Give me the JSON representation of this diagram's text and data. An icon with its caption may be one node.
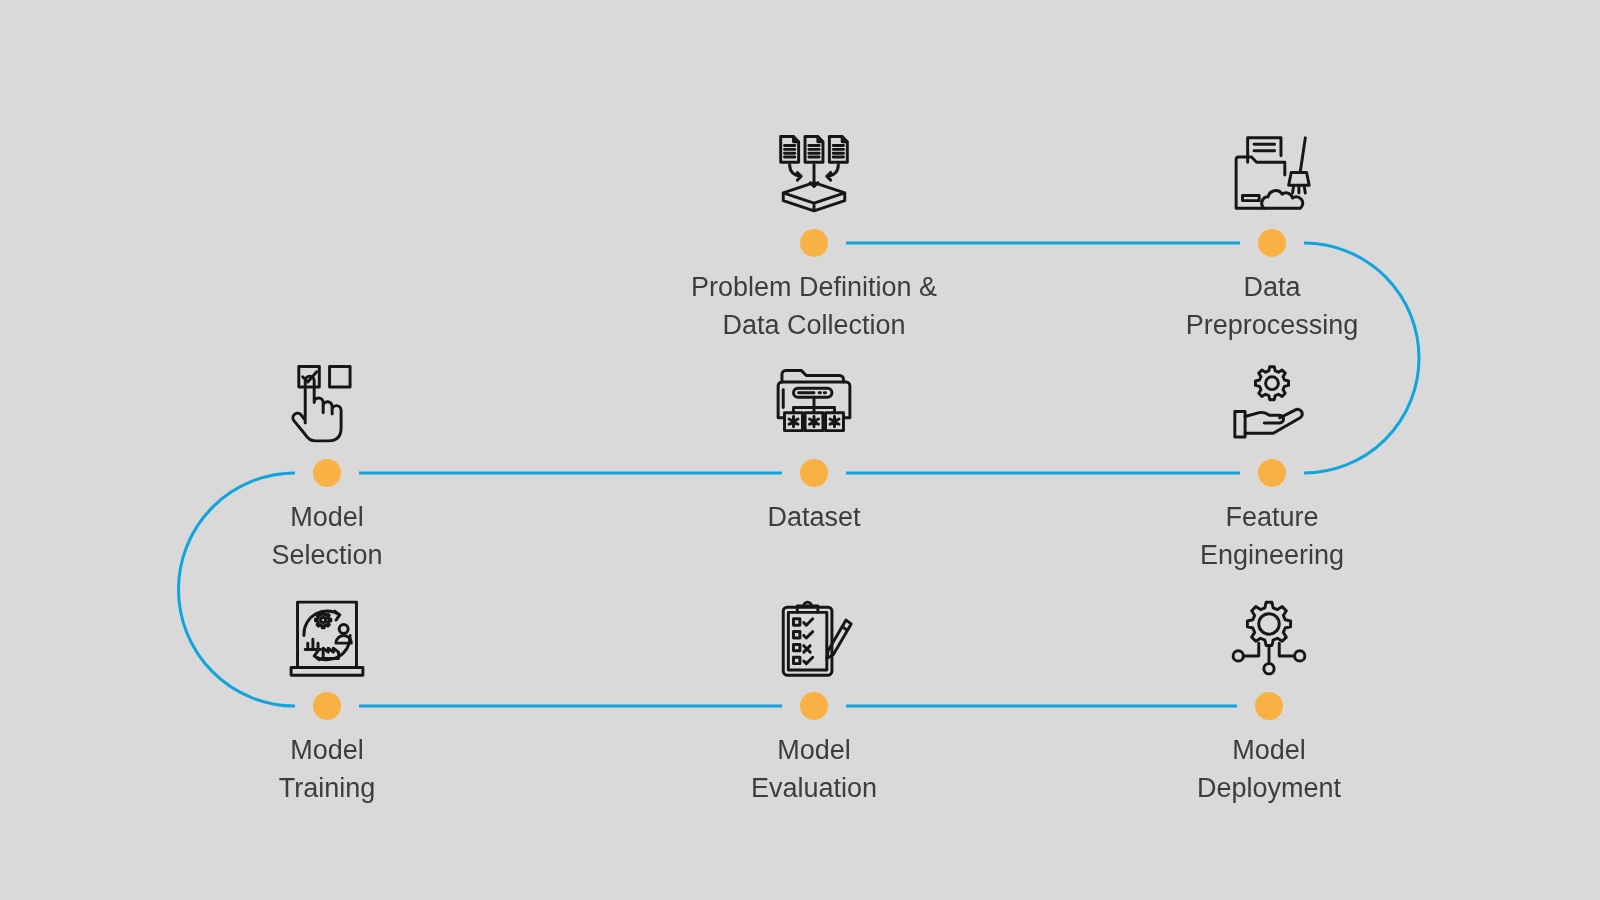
{
  "diagram": {
    "nodes": [
      {
        "text": [],
        "shape": "circle",
        "beside": [
          "Problem Definition & Data Collection"
        ]
      },
      {
        "text": [],
        "shape": "circle",
        "beside": [
          "Data Preprocessing"
        ]
      },
      {
        "text": [],
        "shape": "circle",
        "beside": [
          "Model Selection"
        ]
      },
      {
        "text": [],
        "shape": "circle",
        "beside": [
          "Dataset"
        ]
      },
      {
        "text": [],
        "shape": "circle",
        "beside": [
          "Feature Engineering"
        ]
      },
      {
        "text": [],
        "shape": "circle",
        "beside": [
          "Model Training"
        ]
      },
      {
        "text": [],
        "shape": "circle",
        "beside": [
          "Model Evaluation"
        ]
      },
      {
        "text": [],
        "shape": "circle",
        "beside": [
          "Model Deployment"
        ]
      }
    ],
    "edges": [
      {
        "from": 0,
        "to": 1,
        "arrow": "none"
      },
      {
        "from": 1,
        "to": 4,
        "arrow": "none"
      },
      {
        "from": 4,
        "to": 3,
        "arrow": "none"
      },
      {
        "from": 3,
        "to": 2,
        "arrow": "none"
      },
      {
        "from": 2,
        "to": 5,
        "arrow": "none"
      },
      {
        "from": 5,
        "to": 6,
        "arrow": "none"
      },
      {
        "from": 6,
        "to": 7,
        "arrow": "none"
      }
    ]
  }
}
